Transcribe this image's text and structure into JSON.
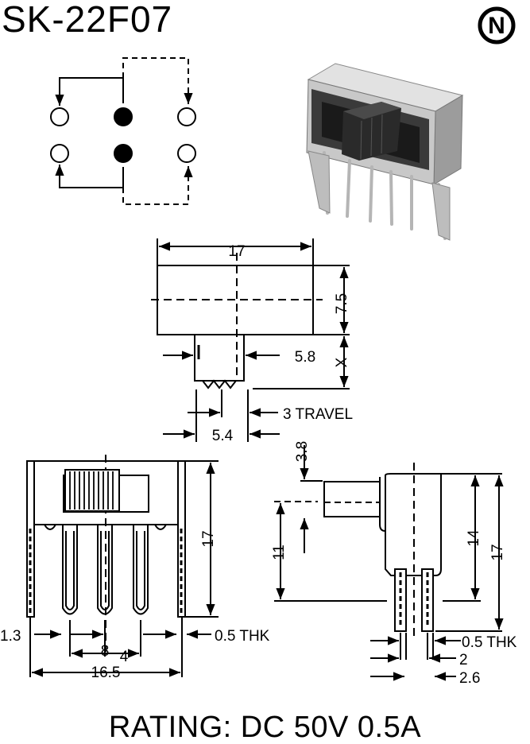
{
  "title": "SK-22F07",
  "rating": "RATING: DC 50V 0.5A",
  "logo_letter": "N",
  "dimensions": {
    "top_width": "17",
    "top_height": "7.5",
    "actuator_width": "5.8",
    "actuator_height": "X",
    "travel": "3 TRAVEL",
    "actuator_pitch": "5.4",
    "front_height": "17",
    "pin_thickness_front": "0.5 THK",
    "pin_pitch": "4",
    "pin_span": "8",
    "overall_width": "16.5",
    "left_offset": "1.3",
    "side_actuator": "3.8",
    "side_body_height": "14",
    "side_total_height": "17",
    "side_actuator_base": "11",
    "pin_thickness_side": "0.5 THK",
    "pin_spacing_a": "2",
    "pin_spacing_b": "2.6"
  },
  "colors": {
    "ink": "#000000",
    "paper": "#ffffff",
    "photo_body": "#c8c8c8",
    "photo_dark": "#1a1a1a"
  }
}
